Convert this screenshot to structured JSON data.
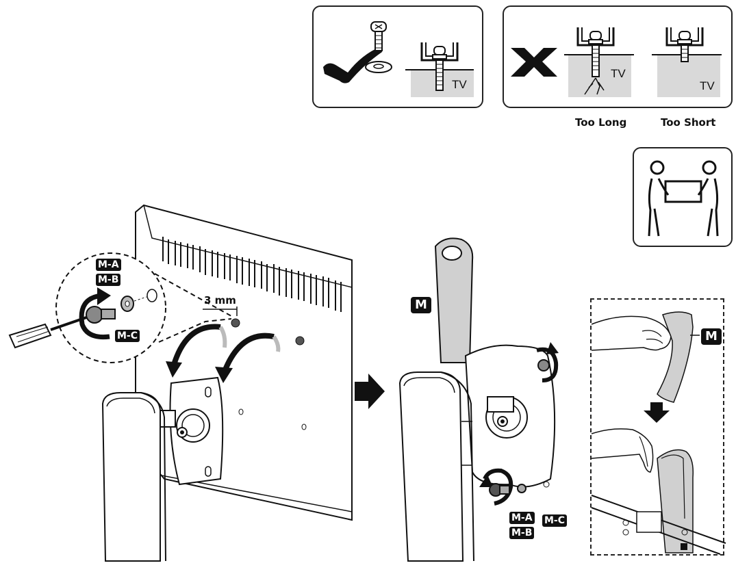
{
  "screw_check": {
    "tv_label": "TV"
  },
  "screw_wrong": {
    "tv_label_long": "TV",
    "tv_label_short": "TV",
    "too_long_label": "Too Long",
    "too_short_label": "Too Short"
  },
  "step_left": {
    "tag_ma": "M-A",
    "tag_mb": "M-B",
    "tag_mc": "M-C",
    "gap_label": "3 mm"
  },
  "step_right": {
    "tag_m": "M",
    "tag_ma": "M-A",
    "tag_mb": "M-B",
    "tag_mc": "M-C"
  },
  "inset": {
    "tag_m": "M"
  },
  "icons": {
    "check": "check-icon",
    "cross": "cross-icon",
    "two_person": "two-person-lift-icon",
    "arrow_next": "arrow-right-icon",
    "arrow_down": "arrow-down-icon"
  }
}
